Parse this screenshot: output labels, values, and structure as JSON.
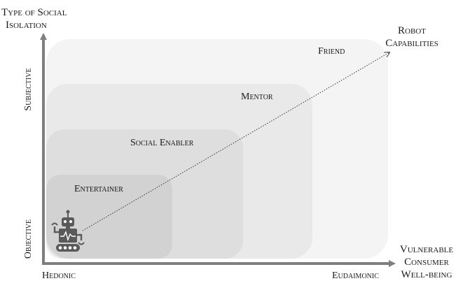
{
  "y_axis": {
    "title_line1": "Type of Social",
    "title_line2": "Isolation",
    "top_label": "Subjective",
    "bottom_label": "Objective"
  },
  "x_axis": {
    "title_line1": "Vulnerable",
    "title_line2": "Consumer",
    "title_line3": "Well-being",
    "left_label": "Hedonic",
    "right_label": "Eudaimonic"
  },
  "diagonal_title": {
    "line1": "Robot",
    "line2": "Capabilities"
  },
  "roles": {
    "entertainer": "Entertainer",
    "social_enabler": "Social Enabler",
    "mentor": "Mentor",
    "friend": "Friend"
  },
  "colors": {
    "axis": "#7f7f7f",
    "text": "#1a1a1a",
    "robot": "#5a5a5a",
    "box_fill": "#e9e9e9"
  },
  "icon": "robot-icon"
}
